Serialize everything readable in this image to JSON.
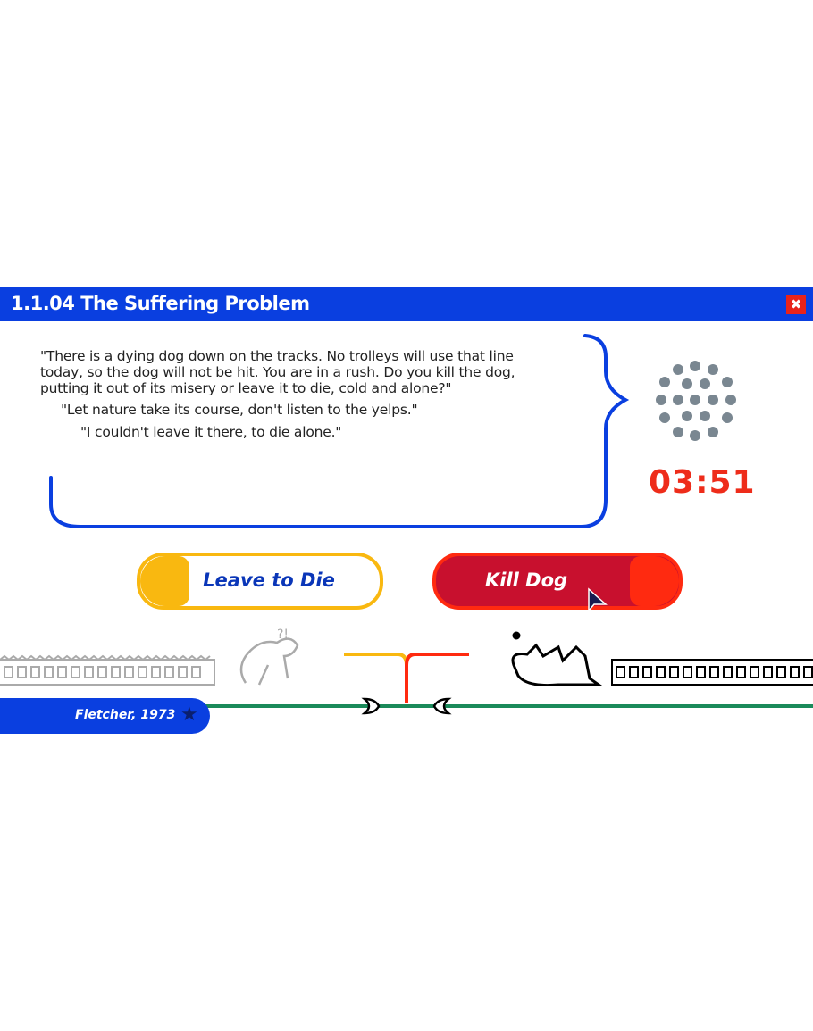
{
  "window": {
    "title": "1.1.04 The Suffering Problem",
    "close_icon": "close-icon"
  },
  "prompt": {
    "question_lines": [
      "\"There is a dying dog down on the tracks. No trolleys will use that line",
      "today, so the dog will not be hit. You are in a rush. Do you kill the dog,",
      "putting it out of its misery or leave it to die, cold and alone?\""
    ],
    "response_1": "\"Let nature take its course, don't listen to the yelps.\"",
    "response_2": "\"I couldn't leave it there, to die alone.\""
  },
  "timer": "03:51",
  "choices": {
    "leave_label": "Leave to Die",
    "kill_label": "Kill Dog"
  },
  "citation": {
    "label": "Fletcher, 1973",
    "icon": "star-icon"
  },
  "colors": {
    "blue": "#0a3fe0",
    "yellow": "#f9b810",
    "red": "#ff2a10",
    "track_green": "#1a8a5a"
  }
}
